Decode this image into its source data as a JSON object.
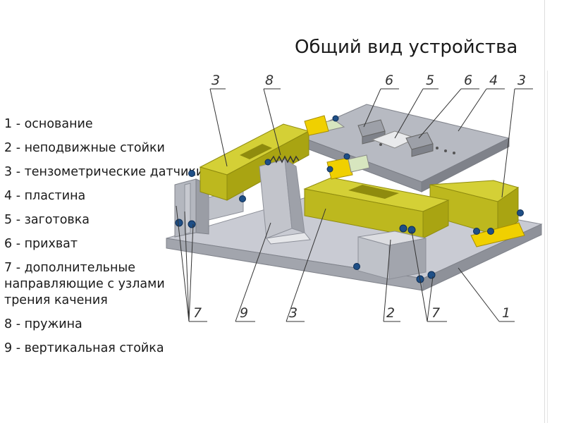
{
  "title": "Общий вид устройства",
  "legend": [
    "1 - основание",
    "2 - неподвижные стойки",
    "3 - тензометрические датчики",
    "4 - пластина",
    "5 - заготовка",
    "6 - прихват",
    "7 - дополнительные направляющие с узлами трения качения",
    "8 - пружина",
    "9 - вертикальная стойка"
  ],
  "callouts_top": [
    "3",
    "8",
    "6",
    "5",
    "6",
    "4",
    "3"
  ],
  "callouts_bottom": [
    "7",
    "9",
    "3",
    "2",
    "7",
    "1"
  ],
  "colors": {
    "sensor": "#c8c41c",
    "sensor_dark": "#8f8b0e",
    "plate": "#b9bcc4",
    "base": "#c9cbd3",
    "bolt": "#1f4f86",
    "yellow_block": "#f0d000"
  }
}
